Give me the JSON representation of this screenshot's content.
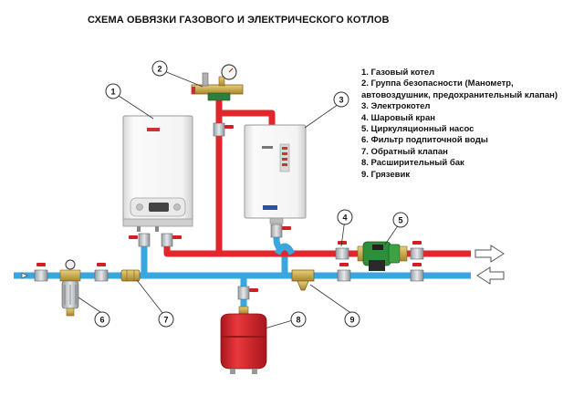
{
  "title": "СХЕМА ОБВЯЗКИ ГАЗОВОГО И ЭЛЕКТРИЧЕСКОГО КОТЛОВ",
  "legend": [
    "1. Газовый котел",
    "2. Группа безопасности (Манометр, автовоздушник, предохранительный клапан)",
    "3. Электрокотел",
    "4. Шаровый кран",
    "5. Циркуляционный насос",
    "6. Фильтр подпиточной воды",
    "7. Обратный клапан",
    "8. Расширительный бак",
    "9. Грязевик"
  ],
  "callouts": [
    "1",
    "2",
    "3",
    "4",
    "5",
    "6",
    "7",
    "8",
    "9"
  ],
  "colors": {
    "supply_pipe": "#e3262b",
    "return_pipe": "#3aa6de",
    "valve_handle": "#d21f26",
    "brass": "#c9a54a",
    "pump": "#2e8f3a",
    "tank": "#d6262b",
    "boiler_body": "#f2f2f2"
  },
  "icons": [
    "gas-boiler-icon",
    "electric-boiler-icon",
    "safety-group-icon",
    "ball-valve-icon",
    "circulation-pump-icon",
    "water-filter-icon",
    "check-valve-icon",
    "expansion-tank-icon",
    "strainer-icon",
    "flow-arrow-icon"
  ]
}
